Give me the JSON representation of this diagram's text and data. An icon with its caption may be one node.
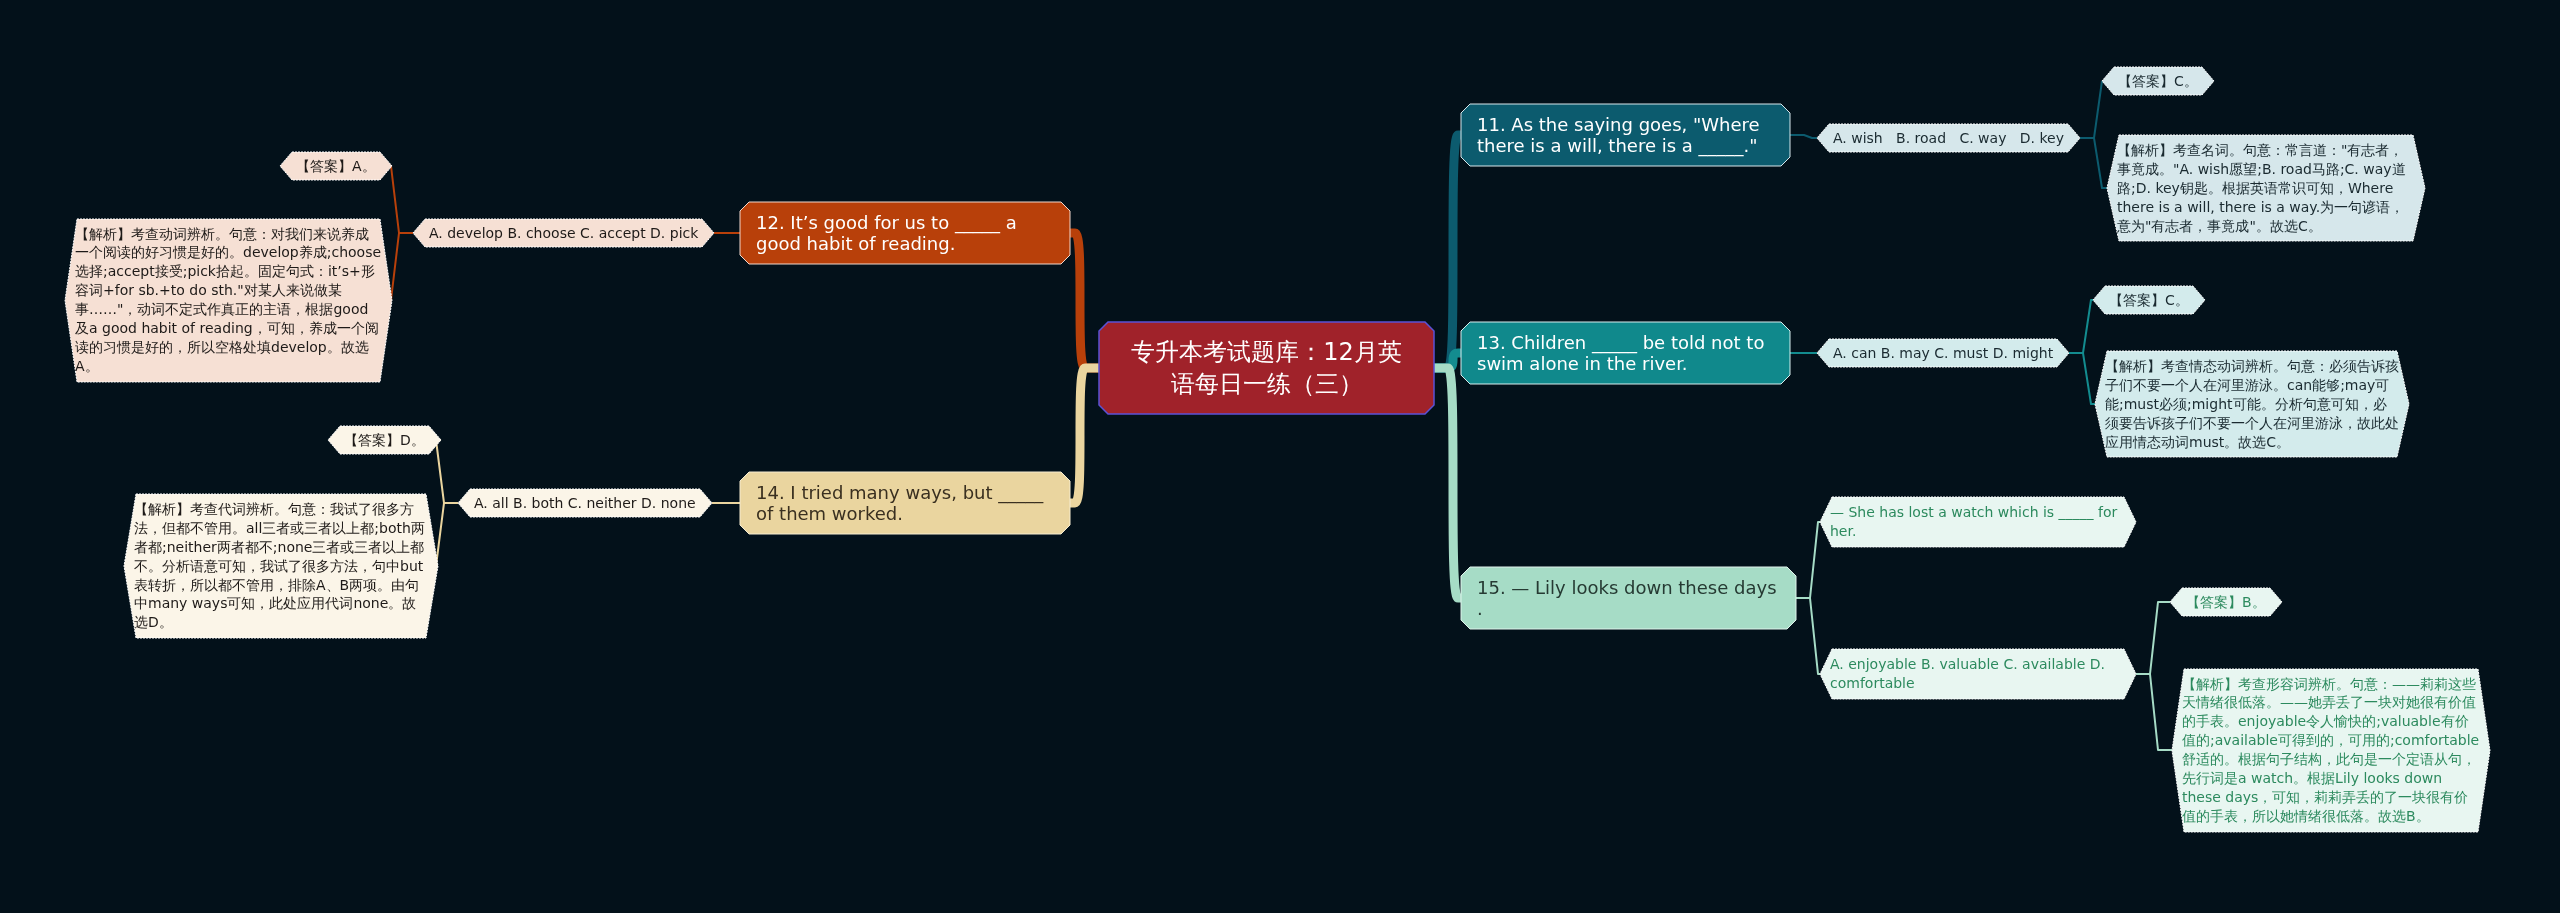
{
  "diagram": {
    "nodes": [
      {
        "text": [
          "专升本考试题库：12月英语每日一练（三）"
        ]
      },
      {
        "text": [
          "11. As the saying goes, \"Where there is a will, there is a _____.\""
        ]
      },
      {
        "text": [
          "A. wish   B. road   C. way   D. key"
        ]
      },
      {
        "text": [
          "【答案】C。"
        ]
      },
      {
        "text": [
          "【解析】考查名词。句意：常言道：\"有志者，事竟成。\"A. wish愿望;B. road马路;C. way道路;D. key钥匙。根据英语常识可知，Where there is a will, there is a way.为一句谚语，意为\"有志者，事竟成\"。故选C。"
        ]
      },
      {
        "text": [
          "13. Children _____ be told not to swim alone in the river."
        ]
      },
      {
        "text": [
          "A. can B. may C. must D. might"
        ]
      },
      {
        "text": [
          "【答案】C。"
        ]
      },
      {
        "text": [
          "【解析】考查情态动词辨析。句意：必须告诉孩子们不要一个人在河里游泳。can能够;may可能;must必须;might可能。分析句意可知，必须要告诉孩子们不要一个人在河里游泳，故此处应用情态动词must。故选C。"
        ]
      },
      {
        "text": [
          "15. — Lily looks down these days ."
        ]
      },
      {
        "text": [
          "— She has lost a watch which is _____ for her."
        ]
      },
      {
        "text": [
          "A. enjoyable B. valuable C. available D. comfortable"
        ]
      },
      {
        "text": [
          "【答案】B。"
        ]
      },
      {
        "text": [
          "【解析】考查形容词辨析。句意：——莉莉这些天情绪很低落。——她弄丢了一块对她很有价值的手表。enjoyable令人愉快的;valuable有价值的;available可得到的，可用的;comfortable舒适的。根据句子结构，此句是一个定语从句，先行词是a watch。根据Lily looks down these days，可知，莉莉弄丢的了一块很有价值的手表，所以她情绪很低落。故选B。"
        ]
      },
      {
        "text": [
          "12. It’s good for us to _____ a good habit of reading."
        ]
      },
      {
        "text": [
          "A. develop B. choose C. accept D. pick"
        ]
      },
      {
        "text": [
          "【答案】A。"
        ]
      },
      {
        "text": [
          "【解析】考查动词辨析。句意：对我们来说养成一个阅读的好习惯是好的。develop养成;choose选择;accept接受;pick拾起。固定句式：it’s+形容词+for sb.+to do sth.\"对某人来说做某事……\"，动词不定式作真正的主语，根据good及a good habit of reading，可知，养成一个阅读的习惯是好的，所以空格处填develop。故选A。"
        ]
      },
      {
        "text": [
          "14. I tried many ways, but _____ of them worked."
        ]
      },
      {
        "text": [
          "A. all B. both C. neither D. none"
        ]
      },
      {
        "text": [
          "【答案】D。"
        ]
      },
      {
        "text": [
          "【解析】考查代词辨析。句意：我试了很多方法，但都不管用。all三者或三者以上都;both两者都;neither两者都不;none三者或三者以上都不。分析语意可知，我试了很多方法，句中but表转折，所以都不管用，排除A、B两项。由句中many ways可知，此处应用代词none。故选D。"
        ]
      }
    ],
    "edges": [
      {
        "from": 0,
        "to": 1,
        "arrow": "none",
        "style": "thick",
        "color": "#0c5b6e"
      },
      {
        "from": 1,
        "to": 2,
        "arrow": "none",
        "color": "#0c5b6e"
      },
      {
        "from": 2,
        "to": 3,
        "arrow": "none",
        "color": "#0c5b6e"
      },
      {
        "from": 2,
        "to": 4,
        "arrow": "none",
        "color": "#0c5b6e"
      },
      {
        "from": 0,
        "to": 5,
        "arrow": "none",
        "style": "thick",
        "color": "#138c8f"
      },
      {
        "from": 5,
        "to": 6,
        "arrow": "none",
        "color": "#138c8f"
      },
      {
        "from": 6,
        "to": 7,
        "arrow": "none",
        "color": "#138c8f"
      },
      {
        "from": 6,
        "to": 8,
        "arrow": "none",
        "color": "#138c8f"
      },
      {
        "from": 0,
        "to": 9,
        "arrow": "none",
        "style": "thick",
        "color": "#a6dcc6"
      },
      {
        "from": 9,
        "to": 10,
        "arrow": "none",
        "color": "#a6dcc6"
      },
      {
        "from": 9,
        "to": 11,
        "arrow": "none",
        "color": "#a6dcc6"
      },
      {
        "from": 11,
        "to": 12,
        "arrow": "none",
        "color": "#a6dcc6"
      },
      {
        "from": 11,
        "to": 13,
        "arrow": "none",
        "color": "#a6dcc6"
      },
      {
        "from": 0,
        "to": 14,
        "arrow": "none",
        "style": "thick",
        "color": "#b8400a"
      },
      {
        "from": 14,
        "to": 15,
        "arrow": "none",
        "color": "#b8400a"
      },
      {
        "from": 15,
        "to": 16,
        "arrow": "none",
        "color": "#b8400a"
      },
      {
        "from": 15,
        "to": 17,
        "arrow": "none",
        "color": "#b8400a"
      },
      {
        "from": 0,
        "to": 18,
        "arrow": "none",
        "style": "thick",
        "color": "#ead59f"
      },
      {
        "from": 18,
        "to": 19,
        "arrow": "none",
        "color": "#ead59f"
      },
      {
        "from": 19,
        "to": 20,
        "arrow": "none",
        "color": "#ead59f"
      },
      {
        "from": 19,
        "to": 21,
        "arrow": "none",
        "color": "#ead59f"
      }
    ]
  }
}
